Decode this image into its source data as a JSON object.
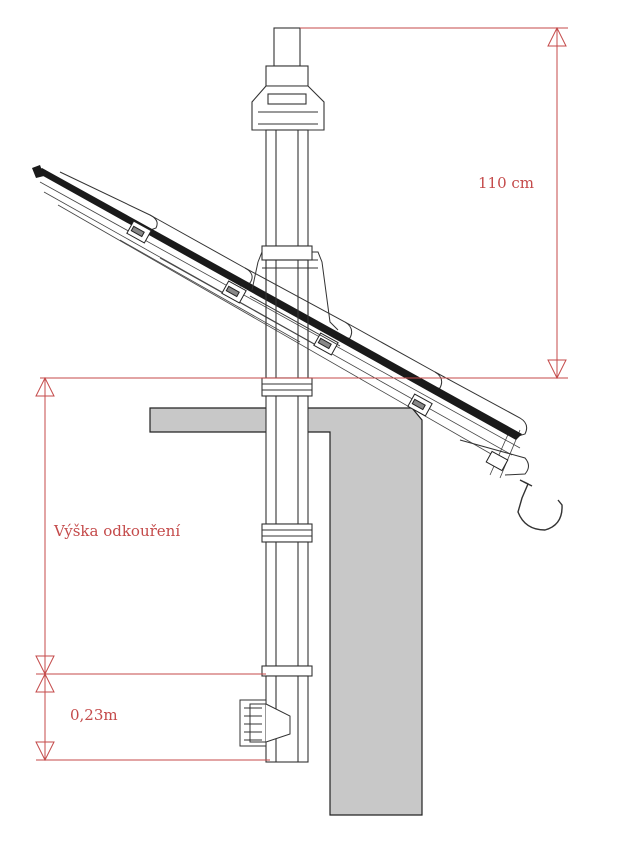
{
  "dimensions": {
    "top_height": "110 cm",
    "flue_height": "Výška odkouření",
    "bottom_offset": "0,23m"
  },
  "colors": {
    "dimension_line": "#c44a4a",
    "wall_fill": "#c8c8c8",
    "outline": "#222222",
    "roofing": "#1a1a1a"
  }
}
